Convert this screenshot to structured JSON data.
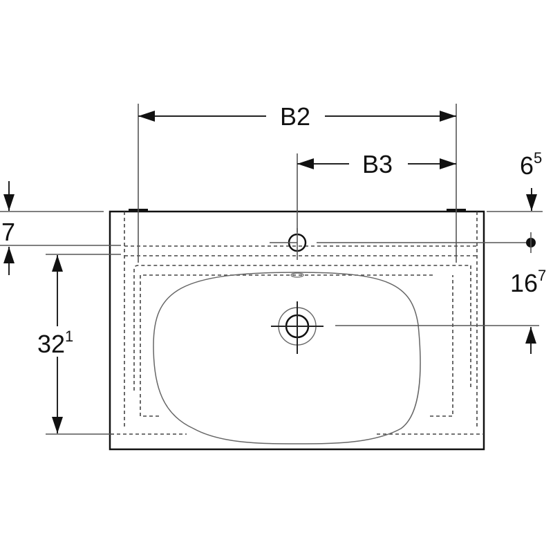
{
  "drawing": {
    "dimensions": {
      "b2": {
        "label": "B2"
      },
      "b3": {
        "label": "B3"
      },
      "top_offset": {
        "main": "6",
        "sup": "5"
      },
      "tap_hole": {
        "main": "16",
        "sup": "7"
      },
      "rim": {
        "main": "7"
      },
      "depth": {
        "main": "32",
        "sup": "1"
      }
    },
    "colors": {
      "line": "#222222",
      "background": "#ffffff"
    }
  }
}
